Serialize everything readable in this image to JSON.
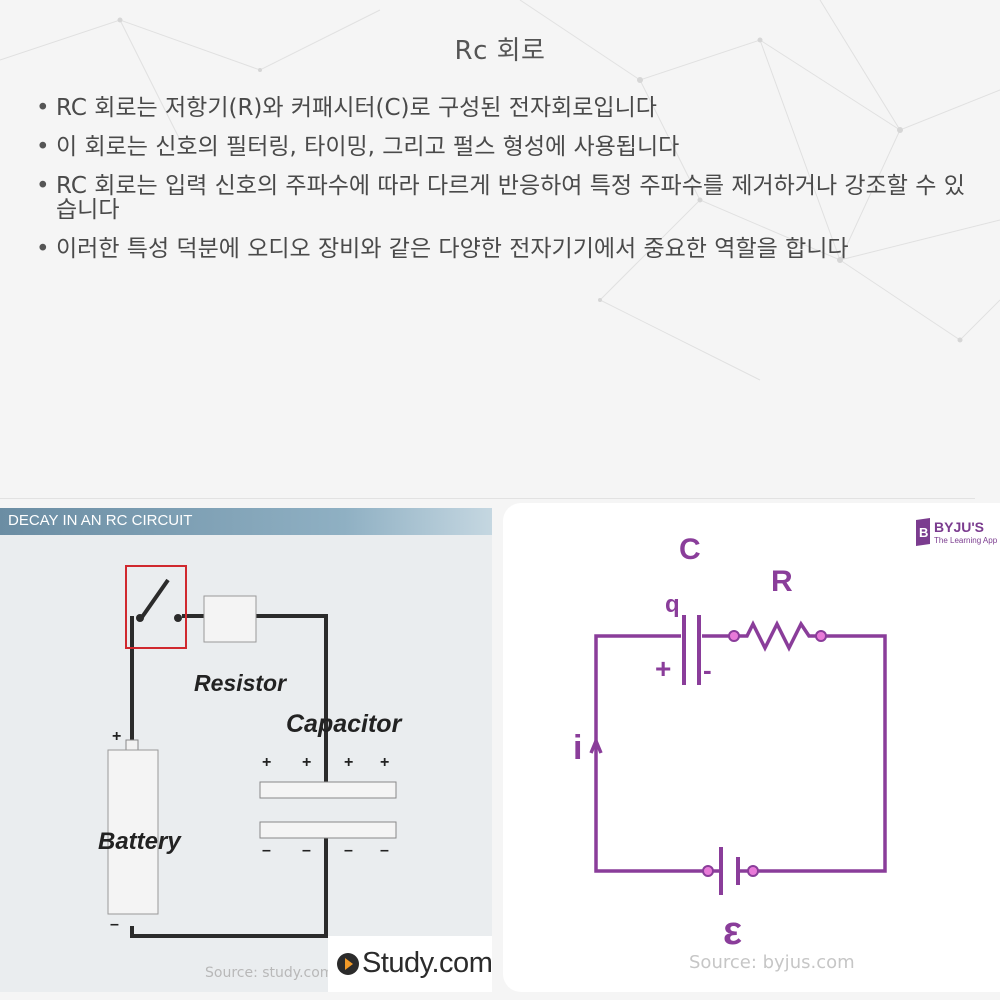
{
  "title": "Rc 회로",
  "bullets": [
    "RC 회로는 저항기(R)와 커패시터(C)로 구성된 전자회로입니다",
    "이 회로는 신호의 필터링, 타이밍, 그리고 펄스 형성에 사용됩니다",
    "RC 회로는 입력 신호의 주파수에 따라 다르게 반응하여 특정 주파수를 제거하거나 강조할 수 있습니다",
    "이러한 특성 덕분에 오디오 장비와 같은 다양한 전자기기에서 중요한 역할을 합니다"
  ],
  "left_image": {
    "header": "DECAY IN AN RC CIRCUIT",
    "resistor_label": "Resistor",
    "capacitor_label": "Capacitor",
    "battery_label": "Battery",
    "battery_plus": "+",
    "battery_minus": "–",
    "plus_signs": [
      "+",
      "+",
      "+",
      "+"
    ],
    "minus_signs": [
      "–",
      "–",
      "–",
      "–"
    ],
    "logo_text": "Study.com",
    "source": "Source: study.com"
  },
  "right_image": {
    "label_c": "C",
    "label_r": "R",
    "label_q": "q",
    "label_plus": "+",
    "label_minus": "-",
    "label_i": "i",
    "label_emf": "ε",
    "logo_name": "BYJU'S",
    "logo_tagline": "The Learning App",
    "source": "Source: byjus.com",
    "circuit_color": "#8a3d9a"
  },
  "colors": {
    "switch_box": "#d0282e",
    "wire": "#2b2b2b"
  }
}
